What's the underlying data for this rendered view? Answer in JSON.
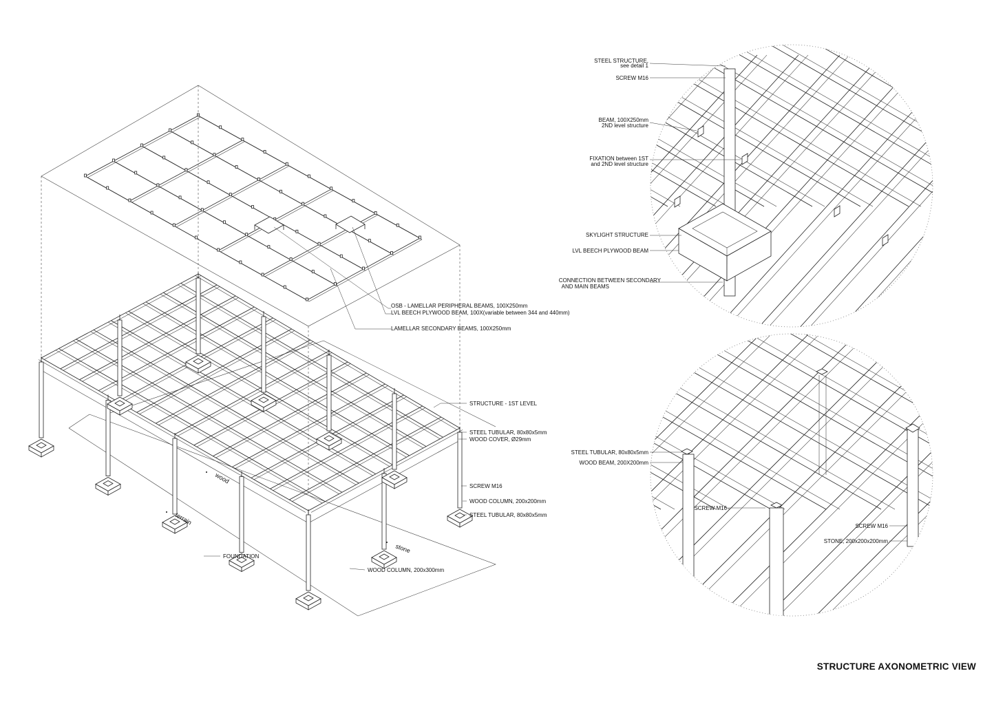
{
  "title": "STRUCTURE AXONOMETRIC VIEW",
  "main_labels": {
    "osb": "OSB - LAMELLAR PERIPHERAL BEAMS, 100X250mm",
    "lvl": "LVL BEECH PLYWOOD BEAM, 100X(variable between 344 and 440mm)",
    "lamellar": "LAMELLAR SECONDARY BEAMS, 100X250mm",
    "structure_1st": "STRUCTURE - 1ST LEVEL",
    "steel_tubular_1": "STEEL TUBULAR, 80x80x5mm",
    "wood_cover": "WOOD COVER, Ø29mm",
    "screw": "SCREW M16",
    "wood_column_200": "WOOD COLUMN, 200x200mm",
    "steel_tubular_2": "STEEL TUBULAR, 80x80x5mm",
    "foundation": "FOUNDATION",
    "wood_column_300": "WOOD COLUMN, 200x300mm"
  },
  "ground_tags": {
    "wood": "wood",
    "terrain": "terrain",
    "stone": "stone"
  },
  "detail1_labels": {
    "steel_line1": "STEEL STRUCTURE,",
    "steel_line2": "see detail 1",
    "screw": "SCREW M16",
    "beam_line1": "BEAM, 100X250mm",
    "beam_line2": "2ND level structure",
    "fix_line1": "FIXATION between 1ST",
    "fix_line2": "and 2ND level structure",
    "skylight": "SKYLIGHT STRUCTURE",
    "lvl": "LVL BEECH PLYWOOD BEAM",
    "conn_line1": "CONNECTION BETWEEN SECONDARY",
    "conn_line2": "AND MAIN BEAMS"
  },
  "detail2_labels": {
    "steel_tubular": "STEEL TUBULAR, 80x80x5mm",
    "wood_beam": "WOOD BEAM, 200X200mm",
    "screw_a": "SCREW M16",
    "screw_b": "SCREW M16",
    "stone": "STONE, 200x200x200mm"
  }
}
